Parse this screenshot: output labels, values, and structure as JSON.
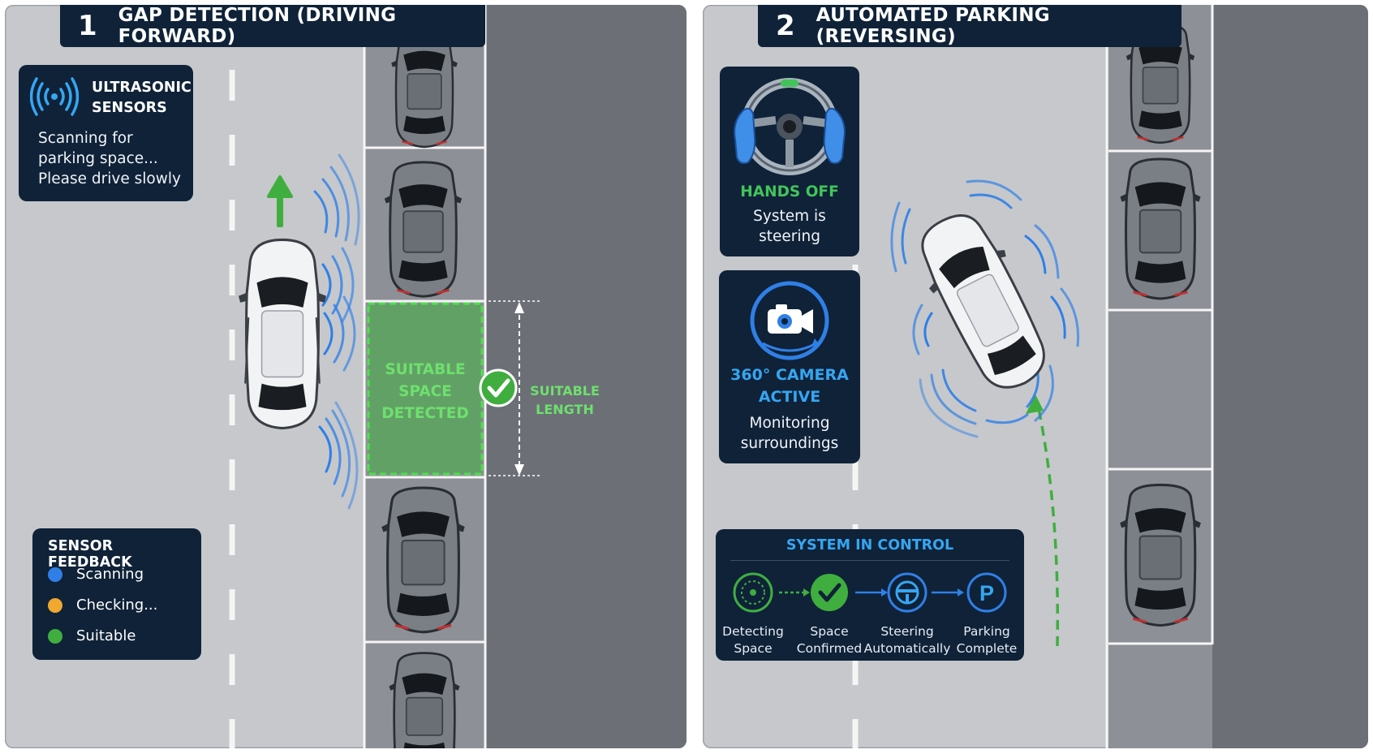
{
  "panel1": {
    "number": "1",
    "title": "GAP DETECTION (DRIVING FORWARD)",
    "sensors_title": "ULTRASONIC SENSORS",
    "sensors_icon": "ultrasonic-wave-icon",
    "sensors_text": [
      "Scanning for",
      "parking space...",
      "Please drive slowly"
    ],
    "space_label": [
      "SUITABLE",
      "SPACE",
      "DETECTED"
    ],
    "length_label": [
      "SUITABLE",
      "LENGTH"
    ],
    "feedback": {
      "title": "SENSOR FEEDBACK",
      "items": [
        {
          "label": "Scanning",
          "color": "#2f7fe6"
        },
        {
          "label": "Checking...",
          "color": "#f0a830"
        },
        {
          "label": "Suitable",
          "color": "#3fae3f"
        }
      ]
    }
  },
  "panel2": {
    "number": "2",
    "title": "AUTOMATED PARKING (REVERSING)",
    "hands_title": "HANDS OFF",
    "hands_text": [
      "System is",
      "steering"
    ],
    "camera_title": [
      "360° CAMERA",
      "ACTIVE"
    ],
    "camera_text": [
      "Monitoring",
      "surroundings"
    ],
    "control": {
      "title": "SYSTEM IN CONTROL",
      "steps": [
        {
          "label": [
            "Detecting",
            "Space"
          ],
          "icon": "radar-icon"
        },
        {
          "label": [
            "Space",
            "Confirmed"
          ],
          "icon": "check-icon"
        },
        {
          "label": [
            "Steering",
            "Automatically"
          ],
          "icon": "steering-wheel-icon"
        },
        {
          "label": [
            "Parking",
            "Complete"
          ],
          "icon": "parking-p-icon"
        }
      ]
    }
  },
  "colors": {
    "navy": "#0f2238",
    "green": "#3fae3f",
    "accent_green": "#42c45a",
    "blue": "#2f7fe6",
    "cyan": "#35a6f2",
    "road": "#c6c8cc",
    "lot": "#6c7076"
  }
}
